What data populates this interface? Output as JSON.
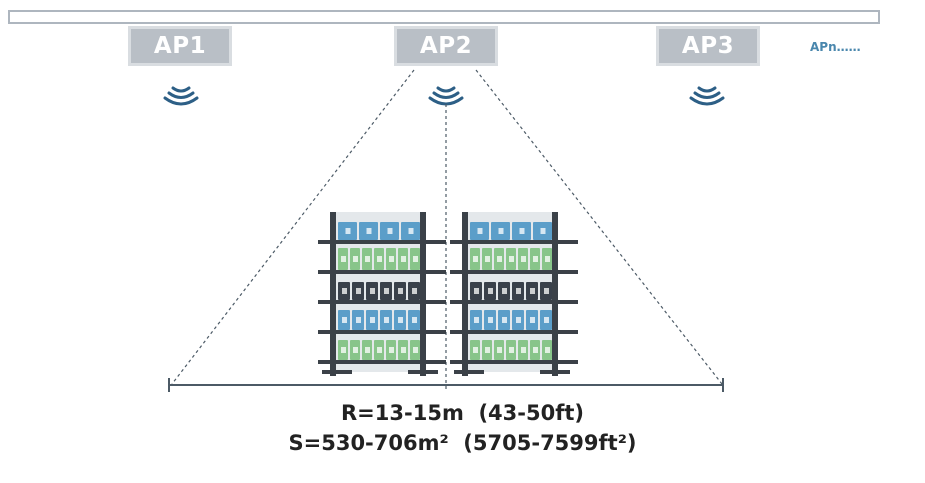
{
  "access_points": [
    "AP1",
    "AP2",
    "AP3"
  ],
  "more_label": "APn……",
  "range_label": "R=13-15m  (43-50ft)",
  "area_label": "S=530-706m²  (5705-7599ft²)",
  "colors": {
    "ap_fill": "#b9bfc6",
    "wifi_icon": "#2d5f86",
    "shelf_frame": "#3b4148",
    "product_green": "#88c58a",
    "product_blue": "#5b9ec9",
    "product_dark": "#39404a"
  }
}
